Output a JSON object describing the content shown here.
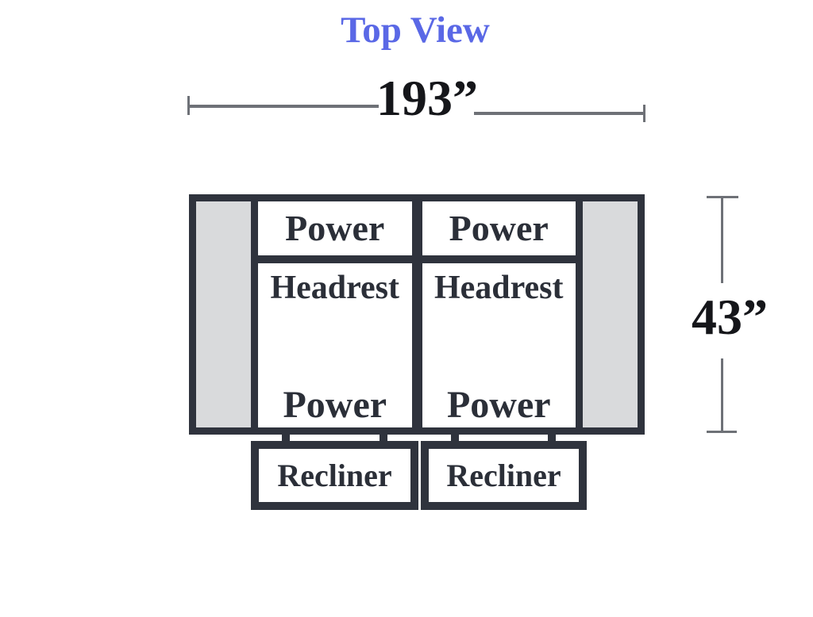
{
  "title": "Top View",
  "dimensions": {
    "width": "193”",
    "height": "43”"
  },
  "seats": [
    {
      "power_top": "Power",
      "headrest": "Headrest",
      "power_bottom": "Power"
    },
    {
      "power_top": "Power",
      "headrest": "Headrest",
      "power_bottom": "Power"
    }
  ],
  "recliners": [
    {
      "label": "Recliner"
    },
    {
      "label": "Recliner"
    }
  ],
  "colors": {
    "structure": "#2F333D",
    "armrest_fill": "#D9DADC",
    "title_text": "#5A68E6",
    "dimension_line": "#6E7177",
    "label_text": "#2B2F38"
  }
}
